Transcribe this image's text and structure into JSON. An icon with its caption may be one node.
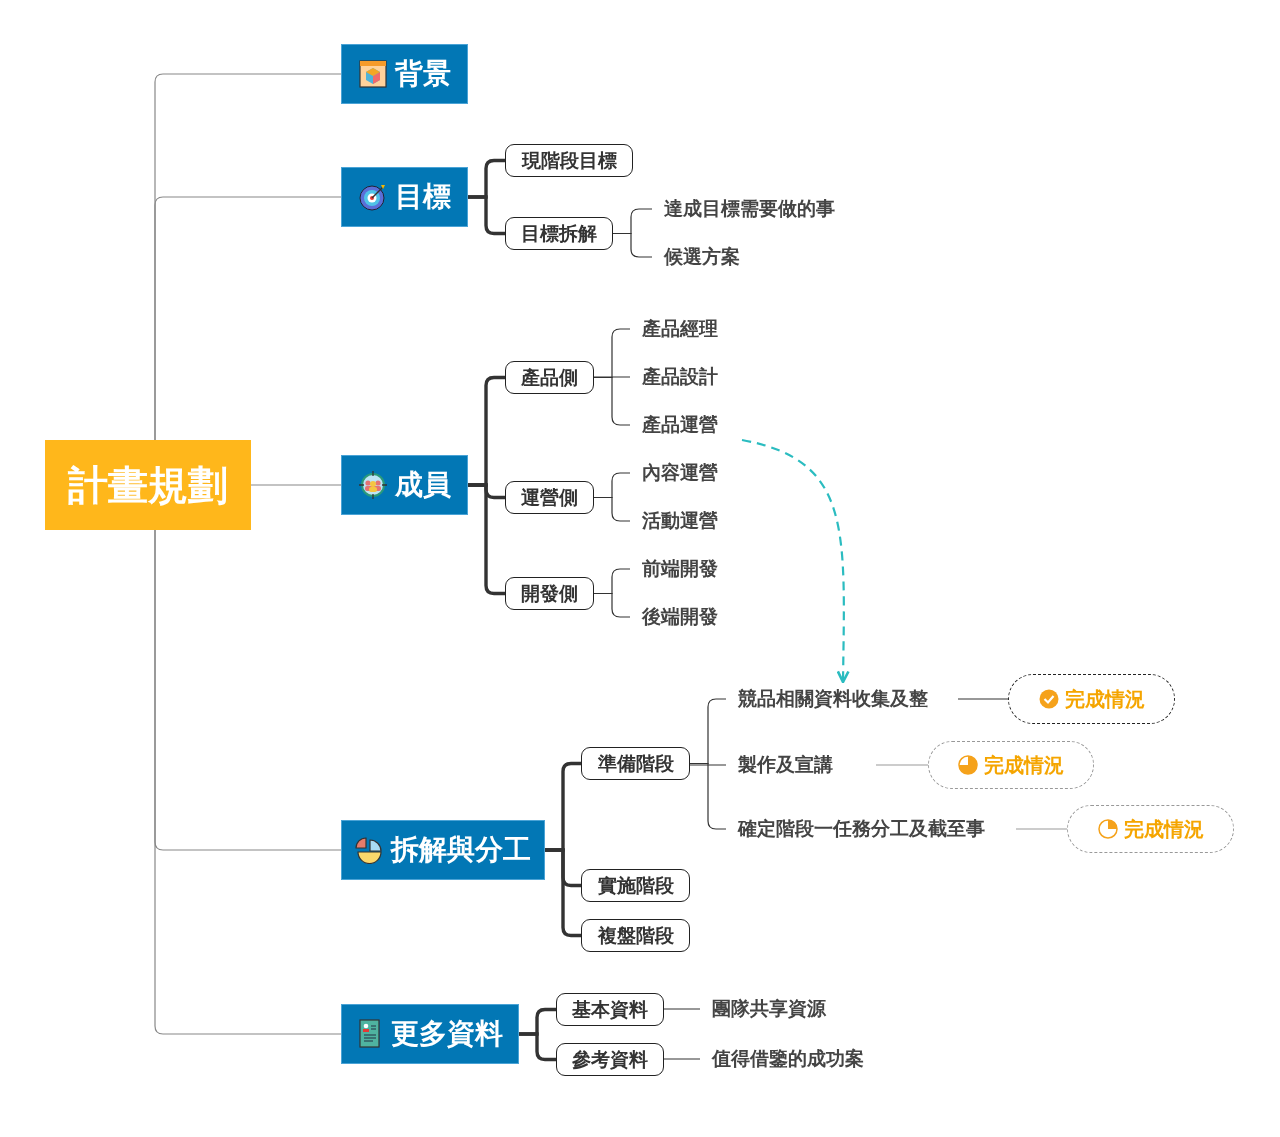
{
  "diagram": {
    "nodes": [
      {
        "text": [
          "計畫規劃"
        ]
      },
      {
        "text": [
          "背景"
        ]
      },
      {
        "text": [
          "目標"
        ]
      },
      {
        "text": [
          "現階段目標"
        ]
      },
      {
        "text": [
          "目標拆解"
        ]
      },
      {
        "text": [
          "達成目標需要做的事"
        ]
      },
      {
        "text": [
          "候選方案"
        ]
      },
      {
        "text": [
          "成員"
        ]
      },
      {
        "text": [
          "產品側"
        ]
      },
      {
        "text": [
          "產品經理"
        ]
      },
      {
        "text": [
          "產品設計"
        ]
      },
      {
        "text": [
          "產品運營"
        ]
      },
      {
        "text": [
          "運營側"
        ]
      },
      {
        "text": [
          "內容運營"
        ]
      },
      {
        "text": [
          "活動運營"
        ]
      },
      {
        "text": [
          "開發側"
        ]
      },
      {
        "text": [
          "前端開發"
        ]
      },
      {
        "text": [
          "後端開發"
        ]
      },
      {
        "text": [
          "拆解與分工"
        ]
      },
      {
        "text": [
          "準備階段"
        ]
      },
      {
        "text": [
          "競品相關資料收集及整"
        ]
      },
      {
        "text": [
          "完成情況"
        ]
      },
      {
        "text": [
          "製作及宣講"
        ]
      },
      {
        "text": [
          "完成情況"
        ]
      },
      {
        "text": [
          "確定階段一任務分工及截至事"
        ]
      },
      {
        "text": [
          "完成情況"
        ]
      },
      {
        "text": [
          "實施階段"
        ]
      },
      {
        "text": [
          "複盤階段"
        ]
      },
      {
        "text": [
          "更多資料"
        ]
      },
      {
        "text": [
          "基本資料"
        ]
      },
      {
        "text": [
          "參考資料"
        ]
      },
      {
        "text": [
          "團隊共享資源"
        ]
      },
      {
        "text": [
          "值得借鑒的成功案"
        ]
      }
    ],
    "edges": [
      {
        "from": 0,
        "to": 1,
        "arrow": "none",
        "color": "#888888"
      },
      {
        "from": 0,
        "to": 2,
        "arrow": "none",
        "color": "#888888"
      },
      {
        "from": 0,
        "to": 7,
        "arrow": "none",
        "color": "#888888"
      },
      {
        "from": 0,
        "to": 18,
        "arrow": "none",
        "color": "#888888"
      },
      {
        "from": 0,
        "to": 28,
        "arrow": "none",
        "color": "#888888"
      },
      {
        "from": 2,
        "to": 3,
        "arrow": "none",
        "style": "thick"
      },
      {
        "from": 2,
        "to": 4,
        "arrow": "none",
        "style": "thick"
      },
      {
        "from": 4,
        "to": 5,
        "arrow": "none"
      },
      {
        "from": 4,
        "to": 6,
        "arrow": "none"
      },
      {
        "from": 7,
        "to": 8,
        "arrow": "none",
        "style": "thick"
      },
      {
        "from": 7,
        "to": 12,
        "arrow": "none",
        "style": "thick"
      },
      {
        "from": 7,
        "to": 15,
        "arrow": "none",
        "style": "thick"
      },
      {
        "from": 8,
        "to": 9,
        "arrow": "none"
      },
      {
        "from": 8,
        "to": 10,
        "arrow": "none"
      },
      {
        "from": 8,
        "to": 11,
        "arrow": "none"
      },
      {
        "from": 12,
        "to": 13,
        "arrow": "none"
      },
      {
        "from": 12,
        "to": 14,
        "arrow": "none"
      },
      {
        "from": 15,
        "to": 16,
        "arrow": "none"
      },
      {
        "from": 15,
        "to": 17,
        "arrow": "none"
      },
      {
        "from": 18,
        "to": 19,
        "arrow": "none",
        "style": "thick"
      },
      {
        "from": 18,
        "to": 26,
        "arrow": "none",
        "style": "thick"
      },
      {
        "from": 18,
        "to": 27,
        "arrow": "none",
        "style": "thick"
      },
      {
        "from": 19,
        "to": 20,
        "arrow": "none"
      },
      {
        "from": 19,
        "to": 22,
        "arrow": "none"
      },
      {
        "from": 19,
        "to": 24,
        "arrow": "none"
      },
      {
        "from": 20,
        "to": 21,
        "arrow": "none"
      },
      {
        "from": 22,
        "to": 23,
        "arrow": "none",
        "color": "#999999"
      },
      {
        "from": 24,
        "to": 25,
        "arrow": "none",
        "color": "#999999"
      },
      {
        "from": 28,
        "to": 29,
        "arrow": "none",
        "style": "thick"
      },
      {
        "from": 28,
        "to": 30,
        "arrow": "none",
        "style": "thick"
      },
      {
        "from": 29,
        "to": 31,
        "arrow": "none"
      },
      {
        "from": 30,
        "to": 32,
        "arrow": "none"
      },
      {
        "from": 11,
        "to": 20,
        "arrow": "to",
        "style": "dashed",
        "color": "#2bbcc0"
      }
    ]
  }
}
